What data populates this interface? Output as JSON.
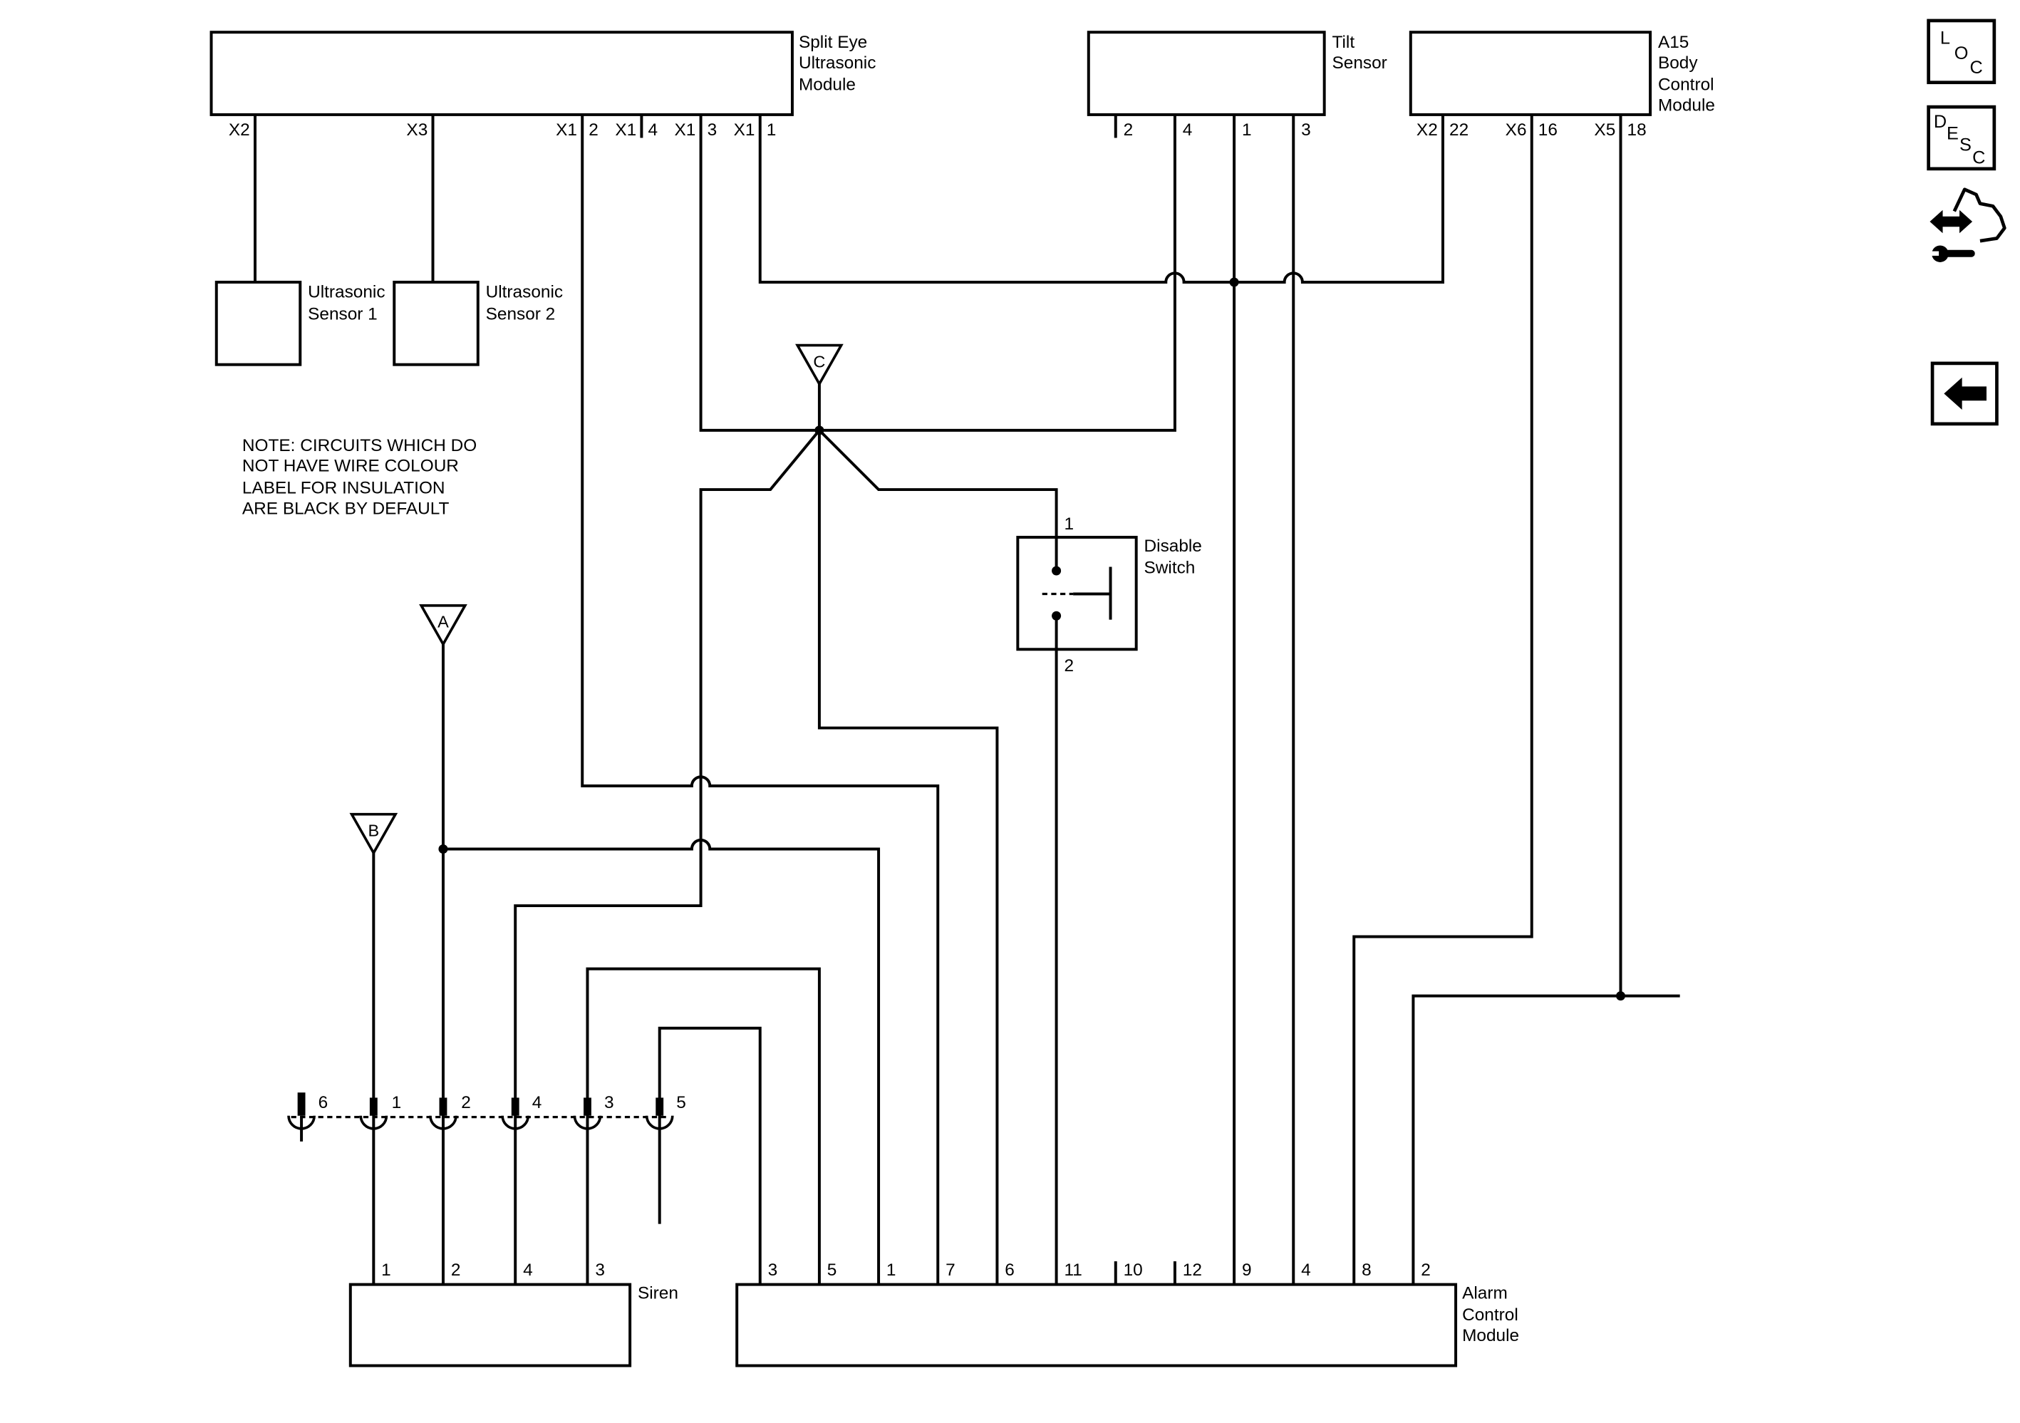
{
  "diagram": {
    "colors": {
      "ink": "#000000",
      "background": "#ffffff"
    },
    "note_lines": [
      "NOTE: CIRCUITS WHICH DO",
      "NOT HAVE WIRE COLOUR",
      "LABEL FOR INSULATION",
      "ARE BLACK BY DEFAULT"
    ],
    "split_eye_module": {
      "label_lines": [
        "Split Eye",
        "Ultrasonic",
        "Module"
      ],
      "connectors": [
        {
          "connector": "X2"
        },
        {
          "connector": "X3"
        },
        {
          "connector": "X1",
          "pin": "2"
        },
        {
          "connector": "X1",
          "pin": "4"
        },
        {
          "connector": "X1",
          "pin": "3"
        },
        {
          "connector": "X1",
          "pin": "1"
        }
      ]
    },
    "ultrasonic_sensor_1": {
      "label_lines": [
        "Ultrasonic",
        "Sensor 1"
      ]
    },
    "ultrasonic_sensor_2": {
      "label_lines": [
        "Ultrasonic",
        "Sensor 2"
      ]
    },
    "tilt_sensor": {
      "label_lines": [
        "Tilt",
        "Sensor"
      ],
      "pins": [
        "2",
        "4",
        "1",
        "3"
      ]
    },
    "body_control_module": {
      "label_lines": [
        "A15",
        "Body",
        "Control",
        "Module"
      ],
      "connectors": [
        {
          "connector": "X2",
          "pin": "22"
        },
        {
          "connector": "X6",
          "pin": "16"
        },
        {
          "connector": "X5",
          "pin": "18"
        }
      ]
    },
    "disable_switch": {
      "label_lines": [
        "Disable",
        "Switch"
      ],
      "pins": [
        "1",
        "2"
      ]
    },
    "inline_connector": {
      "pins": [
        "6",
        "1",
        "2",
        "4",
        "3",
        "5"
      ]
    },
    "siren": {
      "label": "Siren",
      "pins": [
        "1",
        "2",
        "4",
        "3"
      ]
    },
    "alarm_control_module": {
      "label_lines": [
        "Alarm",
        "Control",
        "Module"
      ],
      "pins": [
        "3",
        "5",
        "1",
        "7",
        "6",
        "11",
        "10",
        "12",
        "9",
        "4",
        "8",
        "2"
      ]
    },
    "off_page_refs": {
      "a": "A",
      "b": "B",
      "c": "C"
    }
  },
  "toolbar": {
    "loc_button": {
      "letters": [
        "L",
        "O",
        "C"
      ]
    },
    "desc_button": {
      "letters": [
        "D",
        "E",
        "S",
        "C"
      ]
    },
    "connector_view_button": {
      "icon": "connector-wrench-icon"
    },
    "back_button": {
      "icon": "back-arrow-icon"
    }
  }
}
